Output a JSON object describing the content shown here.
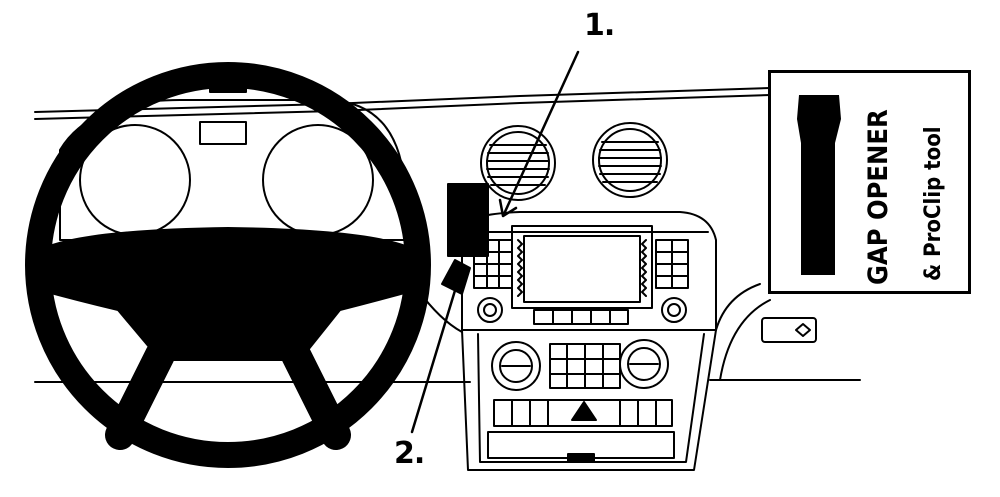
{
  "callouts": {
    "one": "1.",
    "two": "2."
  },
  "tool_card": {
    "title": "GAP OPENER",
    "subtitle": "& ProClip tool"
  },
  "colors": {
    "ink": "#000000",
    "paper": "#ffffff"
  }
}
